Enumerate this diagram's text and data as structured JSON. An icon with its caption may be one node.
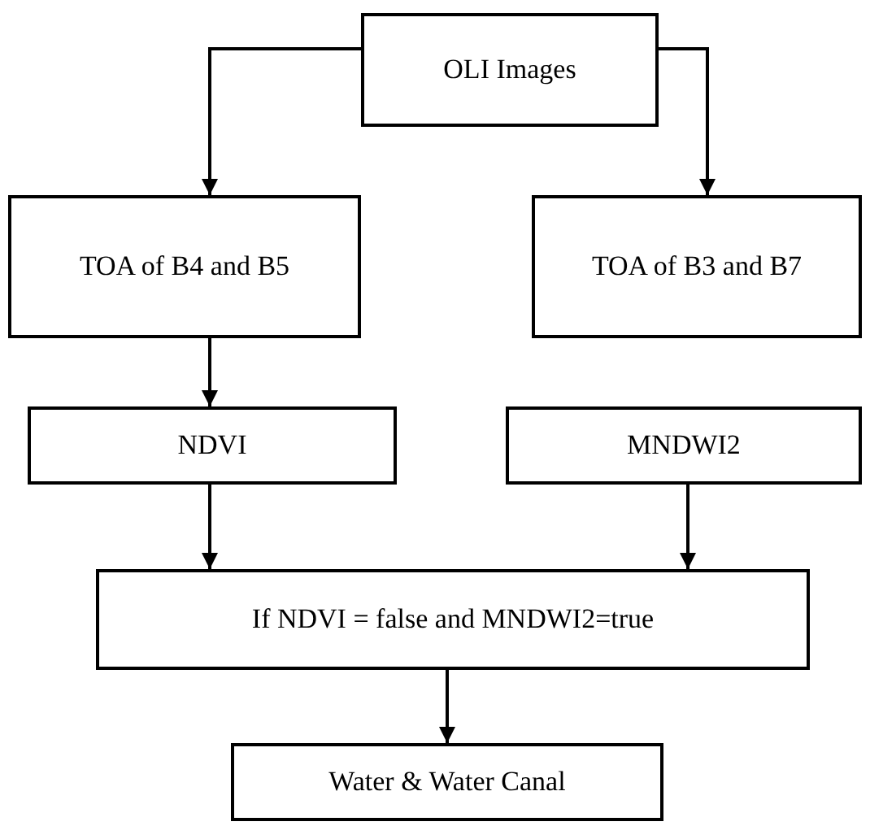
{
  "diagram": {
    "nodes": [
      {
        "text": [
          "OLI Images"
        ]
      },
      {
        "text": [
          "TOA of B4 and B5"
        ]
      },
      {
        "text": [
          "TOA of B3 and B7"
        ]
      },
      {
        "text": [
          "NDVI"
        ]
      },
      {
        "text": [
          "MNDWI2"
        ]
      },
      {
        "text": [
          "If NDVI = false and MNDWI2=true"
        ]
      },
      {
        "text": [
          "Water & Water Canal"
        ]
      }
    ],
    "edges": [
      {
        "from": 0,
        "to": 1,
        "arrow": "to"
      },
      {
        "from": 0,
        "to": 2,
        "arrow": "to"
      },
      {
        "from": 1,
        "to": 3,
        "arrow": "to"
      },
      {
        "from": 3,
        "to": 5,
        "arrow": "to"
      },
      {
        "from": 4,
        "to": 5,
        "arrow": "to"
      },
      {
        "from": 5,
        "to": 6,
        "arrow": "to"
      }
    ]
  }
}
